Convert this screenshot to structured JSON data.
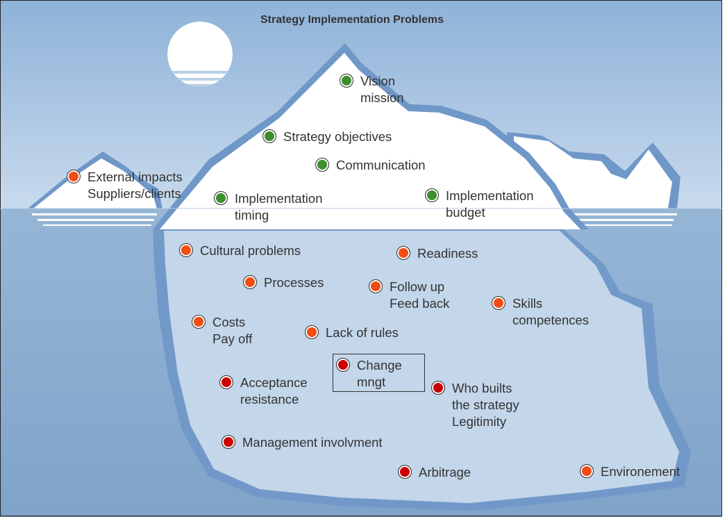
{
  "title": "Strategy Implementation Problems",
  "colors": {
    "sky": "#a8c4e0",
    "water": "#8fb0d2",
    "iceberg_top": "#ffffff",
    "iceberg_under": "#c5d7ea",
    "iceberg_edge": "#6f97c8",
    "dot_green": "#3d8f2e",
    "dot_orange": "#f04c14",
    "dot_red": "#cc0000"
  },
  "above_water": [
    {
      "id": "vision",
      "lines": [
        "Vision",
        "mission"
      ],
      "status": "green"
    },
    {
      "id": "strategy-objectives",
      "lines": [
        "Strategy objectives"
      ],
      "status": "green"
    },
    {
      "id": "communication",
      "lines": [
        "Communication"
      ],
      "status": "green"
    },
    {
      "id": "implementation-timing",
      "lines": [
        "Implementation",
        "timing"
      ],
      "status": "green"
    },
    {
      "id": "implementation-budget",
      "lines": [
        "Implementation",
        "budget"
      ],
      "status": "green"
    },
    {
      "id": "external-impacts",
      "lines": [
        "External impacts",
        "Suppliers/clients"
      ],
      "status": "orange"
    }
  ],
  "below_water": [
    {
      "id": "cultural-problems",
      "lines": [
        "Cultural problems"
      ],
      "status": "orange"
    },
    {
      "id": "readiness",
      "lines": [
        "Readiness"
      ],
      "status": "orange"
    },
    {
      "id": "processes",
      "lines": [
        "Processes"
      ],
      "status": "orange"
    },
    {
      "id": "follow-up",
      "lines": [
        "Follow up",
        "Feed back"
      ],
      "status": "orange"
    },
    {
      "id": "skills",
      "lines": [
        "Skills",
        "competences"
      ],
      "status": "orange"
    },
    {
      "id": "costs",
      "lines": [
        "Costs",
        "Pay off"
      ],
      "status": "orange"
    },
    {
      "id": "lack-of-rules",
      "lines": [
        "Lack of rules"
      ],
      "status": "orange"
    },
    {
      "id": "change-mngt",
      "lines": [
        "Change",
        "mngt"
      ],
      "status": "red",
      "highlighted": true
    },
    {
      "id": "acceptance",
      "lines": [
        "Acceptance",
        "resistance"
      ],
      "status": "red"
    },
    {
      "id": "who-builts",
      "lines": [
        "Who builts",
        "the strategy",
        "Legitimity"
      ],
      "status": "red"
    },
    {
      "id": "management-involvment",
      "lines": [
        "Management involvment"
      ],
      "status": "red"
    },
    {
      "id": "arbitrage",
      "lines": [
        "Arbitrage"
      ],
      "status": "red"
    },
    {
      "id": "environement",
      "lines": [
        "Environement"
      ],
      "status": "orange"
    }
  ]
}
